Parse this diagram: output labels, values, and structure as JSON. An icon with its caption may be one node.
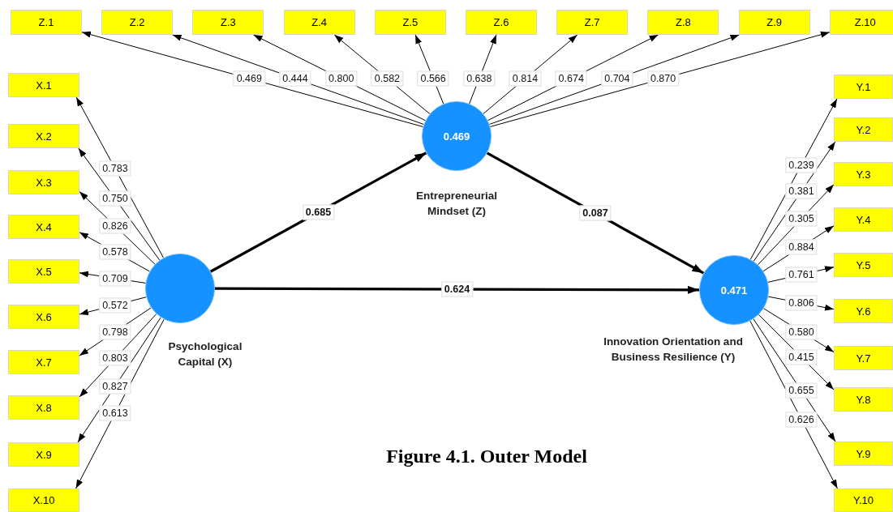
{
  "diagram": {
    "caption": "Figure 4.1. Outer Model",
    "nodes": [
      {
        "text": [
          "Psychological Capital (X)"
        ]
      },
      {
        "text": [
          "0.469",
          "Entrepreneurial Mindset (Z)"
        ]
      },
      {
        "text": [
          "0.471",
          "Innovation Orientation and Business Resilience (Y)"
        ]
      },
      {
        "text": [
          "X.1"
        ]
      },
      {
        "text": [
          "X.2"
        ]
      },
      {
        "text": [
          "X.3"
        ]
      },
      {
        "text": [
          "X.4"
        ]
      },
      {
        "text": [
          "X.5"
        ]
      },
      {
        "text": [
          "X.6"
        ]
      },
      {
        "text": [
          "X.7"
        ]
      },
      {
        "text": [
          "X.8"
        ]
      },
      {
        "text": [
          "X.9"
        ]
      },
      {
        "text": [
          "X.10"
        ]
      },
      {
        "text": [
          "Z.1"
        ]
      },
      {
        "text": [
          "Z.2"
        ]
      },
      {
        "text": [
          "Z.3"
        ]
      },
      {
        "text": [
          "Z.4"
        ]
      },
      {
        "text": [
          "Z.5"
        ]
      },
      {
        "text": [
          "Z.6"
        ]
      },
      {
        "text": [
          "Z.7"
        ]
      },
      {
        "text": [
          "Z.8"
        ]
      },
      {
        "text": [
          "Z.9"
        ]
      },
      {
        "text": [
          "Z.10"
        ]
      },
      {
        "text": [
          "Y.1"
        ]
      },
      {
        "text": [
          "Y.2"
        ]
      },
      {
        "text": [
          "Y.3"
        ]
      },
      {
        "text": [
          "Y.4"
        ]
      },
      {
        "text": [
          "Y.5"
        ]
      },
      {
        "text": [
          "Y.6"
        ]
      },
      {
        "text": [
          "Y.7"
        ]
      },
      {
        "text": [
          "Y.8"
        ]
      },
      {
        "text": [
          "Y.9"
        ]
      },
      {
        "text": [
          "Y.10"
        ]
      }
    ],
    "edges": [
      {
        "from": 0,
        "to": 1,
        "arrow": "to",
        "label": "0.685",
        "style": "thick"
      },
      {
        "from": 1,
        "to": 2,
        "arrow": "to",
        "label": "0.087",
        "style": "thick"
      },
      {
        "from": 0,
        "to": 2,
        "arrow": "to",
        "label": "0.624",
        "style": "thick"
      },
      {
        "from": 0,
        "to": 3,
        "arrow": "to",
        "label": "0.783"
      },
      {
        "from": 0,
        "to": 4,
        "arrow": "to",
        "label": "0.750"
      },
      {
        "from": 0,
        "to": 5,
        "arrow": "to",
        "label": "0.826"
      },
      {
        "from": 0,
        "to": 6,
        "arrow": "to",
        "label": "0.578"
      },
      {
        "from": 0,
        "to": 7,
        "arrow": "to",
        "label": "0.709"
      },
      {
        "from": 0,
        "to": 8,
        "arrow": "to",
        "label": "0.572"
      },
      {
        "from": 0,
        "to": 9,
        "arrow": "to",
        "label": "0.798"
      },
      {
        "from": 0,
        "to": 10,
        "arrow": "to",
        "label": "0.803"
      },
      {
        "from": 0,
        "to": 11,
        "arrow": "to",
        "label": "0.827"
      },
      {
        "from": 0,
        "to": 12,
        "arrow": "to",
        "label": "0.613"
      },
      {
        "from": 1,
        "to": 13,
        "arrow": "to",
        "label": "0.469"
      },
      {
        "from": 1,
        "to": 14,
        "arrow": "to",
        "label": "0.444"
      },
      {
        "from": 1,
        "to": 15,
        "arrow": "to",
        "label": "0.800"
      },
      {
        "from": 1,
        "to": 16,
        "arrow": "to",
        "label": "0.582"
      },
      {
        "from": 1,
        "to": 17,
        "arrow": "to",
        "label": "0.566"
      },
      {
        "from": 1,
        "to": 18,
        "arrow": "to",
        "label": "0.638"
      },
      {
        "from": 1,
        "to": 19,
        "arrow": "to",
        "label": "0.814"
      },
      {
        "from": 1,
        "to": 20,
        "arrow": "to",
        "label": "0.674"
      },
      {
        "from": 1,
        "to": 21,
        "arrow": "to",
        "label": "0.704"
      },
      {
        "from": 1,
        "to": 22,
        "arrow": "to",
        "label": "0.870"
      },
      {
        "from": 2,
        "to": 23,
        "arrow": "to",
        "label": "0.239"
      },
      {
        "from": 2,
        "to": 24,
        "arrow": "to",
        "label": "0.381"
      },
      {
        "from": 2,
        "to": 25,
        "arrow": "to",
        "label": "0.305"
      },
      {
        "from": 2,
        "to": 26,
        "arrow": "to",
        "label": "0.884"
      },
      {
        "from": 2,
        "to": 27,
        "arrow": "to",
        "label": "0.761"
      },
      {
        "from": 2,
        "to": 28,
        "arrow": "to",
        "label": "0.806"
      },
      {
        "from": 2,
        "to": 29,
        "arrow": "to",
        "label": "0.580"
      },
      {
        "from": 2,
        "to": 30,
        "arrow": "to",
        "label": "0.415"
      },
      {
        "from": 2,
        "to": 31,
        "arrow": "to",
        "label": "0.655"
      },
      {
        "from": 2,
        "to": 32,
        "arrow": "to",
        "label": "0.626"
      }
    ]
  }
}
